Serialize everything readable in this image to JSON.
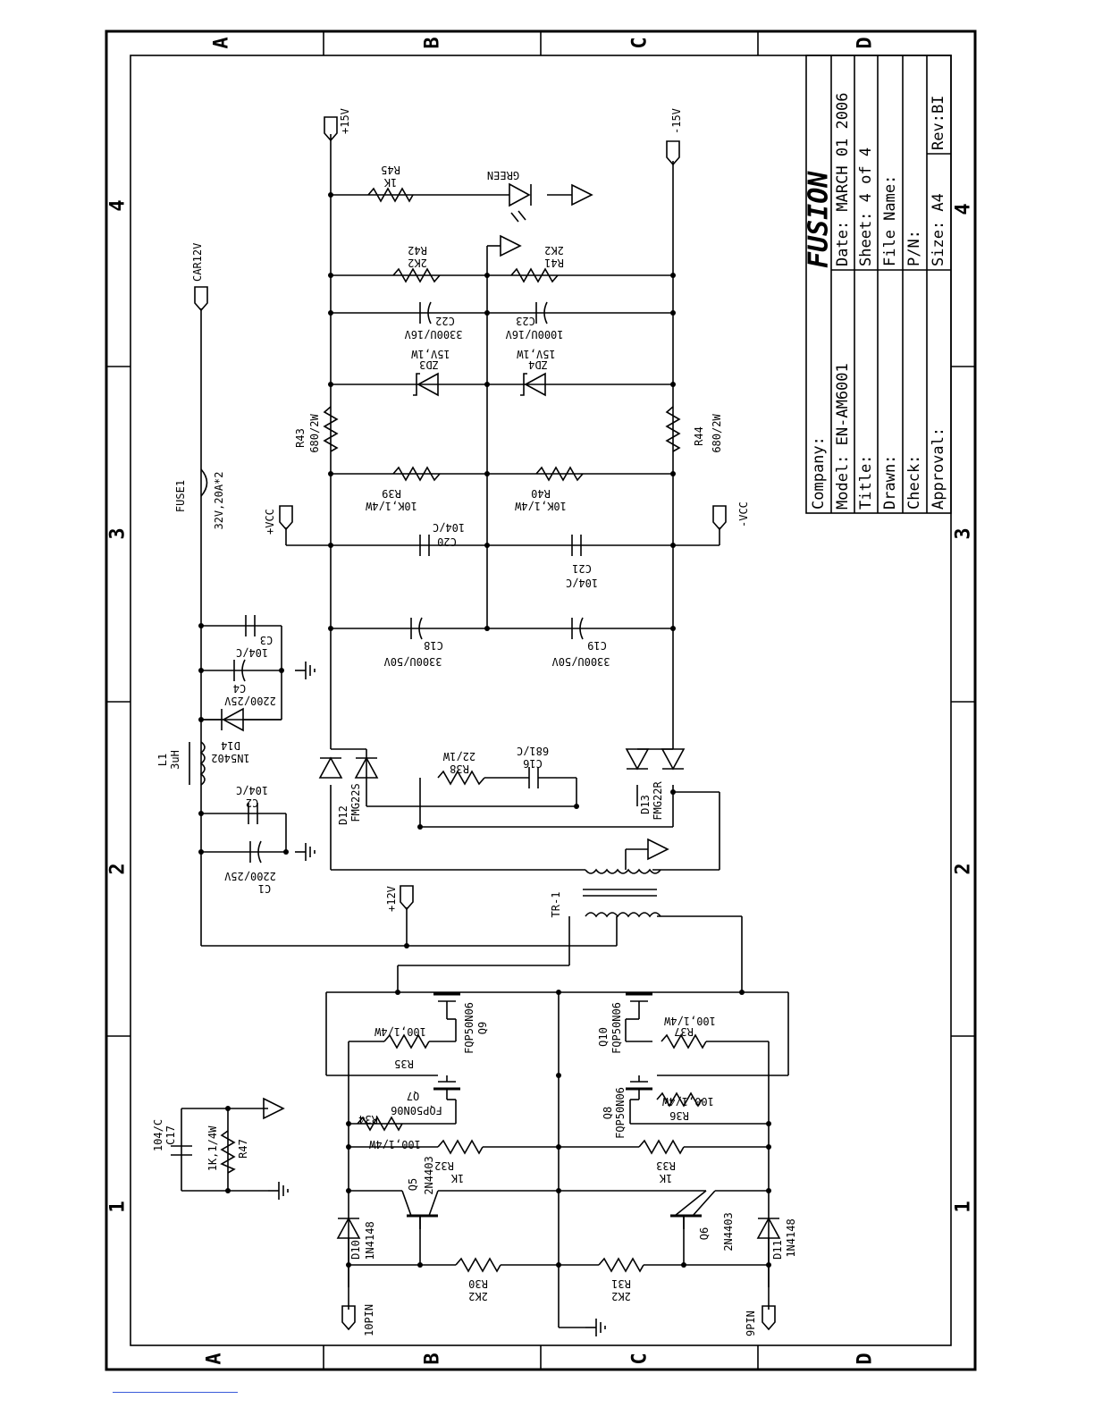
{
  "zones": {
    "letters": [
      "A",
      "B",
      "C",
      "D"
    ],
    "numbers": [
      "1",
      "2",
      "3",
      "4"
    ]
  },
  "title_block": {
    "logo": "FUSION",
    "company_label": "Company:",
    "model": "Model:  EN-AM6001",
    "title_label": "Title:",
    "drawn_label": "Drawn:",
    "check_label": "Check:",
    "approval_label": "Approval:",
    "date": "Date:  MARCH 01 2006",
    "sheet": "Sheet:  4   of   4",
    "file_name": "File Name:",
    "pn": "P/N:",
    "size": "Size:  A4",
    "rev": "Rev:BI"
  },
  "ports": {
    "p15v": "+15V",
    "m15v": "-15V",
    "car12v": "CAR12V",
    "pvcc": "+VCC",
    "mvcc": "-VCC",
    "p12v": "+12V",
    "pin10": "10PIN",
    "pin9": "9PIN"
  },
  "components": {
    "r45": [
      "R45",
      "1K"
    ],
    "green": "GREEN",
    "r42": [
      "R42",
      "2K2"
    ],
    "r41": [
      "R41",
      "2K2"
    ],
    "c22": [
      "C22",
      "3300U/16V"
    ],
    "c23": [
      "C23",
      "1000U/16V"
    ],
    "zd3": [
      "ZD3",
      "15V,1W"
    ],
    "zd4": [
      "ZD4",
      "15V,1W"
    ],
    "r43": [
      "R43",
      "680/2W"
    ],
    "r44": [
      "R44",
      "680/2W"
    ],
    "r39": [
      "R39",
      "10K,1/4W"
    ],
    "r40": [
      "R40",
      "10K,1/4W"
    ],
    "c20": [
      "C20",
      "104/C"
    ],
    "c21": [
      "C21",
      "104/C"
    ],
    "c18": [
      "C18",
      "3300U/50V"
    ],
    "c19": [
      "C19",
      "3300U/50V"
    ],
    "fuse1": [
      "FUSE1",
      "32V,20A*2"
    ],
    "c3": [
      "C3",
      "104/C"
    ],
    "c4": [
      "C4",
      "2200/25V"
    ],
    "d14": [
      "D14",
      "1N5402"
    ],
    "l1": [
      "L1",
      "3uH"
    ],
    "c2": [
      "C2",
      "104/C"
    ],
    "c1": [
      "C1",
      "2200/25V"
    ],
    "d12": [
      "D12",
      "FMG22S"
    ],
    "d13": [
      "D13",
      "FMG22R"
    ],
    "r38": [
      "R38",
      "22/1W"
    ],
    "c16": [
      "C16",
      "681/C"
    ],
    "tr1": "TR-1",
    "q9": [
      "Q9",
      "FQP50N06"
    ],
    "r35": [
      "R35",
      "100,1/4W"
    ],
    "q10": [
      "Q10",
      "FQP50N06"
    ],
    "r37": [
      "R37",
      "100,1/4W"
    ],
    "q7": [
      "Q7",
      "FQP50N06"
    ],
    "r34": [
      "R34",
      "100,1/4W"
    ],
    "q8": [
      "Q8",
      "FQP50N06"
    ],
    "r36": [
      "R36",
      "100,1/4W"
    ],
    "r32": [
      "R32",
      "1K"
    ],
    "r33": [
      "R33",
      "1K"
    ],
    "q5": [
      "Q5",
      "2N4403"
    ],
    "q6": [
      "Q6",
      "2N4403"
    ],
    "d10": [
      "D10",
      "1N4148"
    ],
    "d11": [
      "D11",
      "1N4148"
    ],
    "r30": [
      "R30",
      "2K2"
    ],
    "r31": [
      "R31",
      "2K2"
    ],
    "c17": [
      "C17",
      "104/C"
    ],
    "r47": [
      "R47",
      "1K,1/4W"
    ]
  }
}
